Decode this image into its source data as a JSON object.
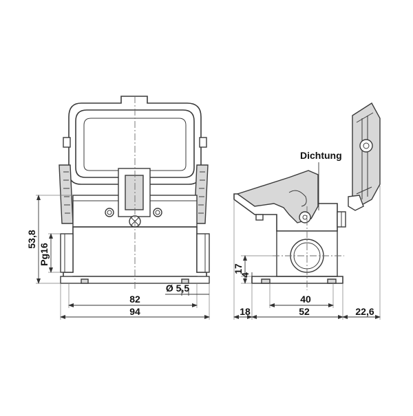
{
  "drawing": {
    "label_seal": "Dichtung",
    "front_view": {
      "dim_width_inner": "82",
      "dim_width_total": "94",
      "dim_height": "53,8",
      "dim_thread": "Pg16",
      "dim_hole": "Ø 5,5"
    },
    "side_view": {
      "dim_height_a": "17",
      "dim_height_b": "4",
      "dim_left": "18",
      "dim_inner": "40",
      "dim_base": "52",
      "dim_right": "22,6"
    }
  }
}
